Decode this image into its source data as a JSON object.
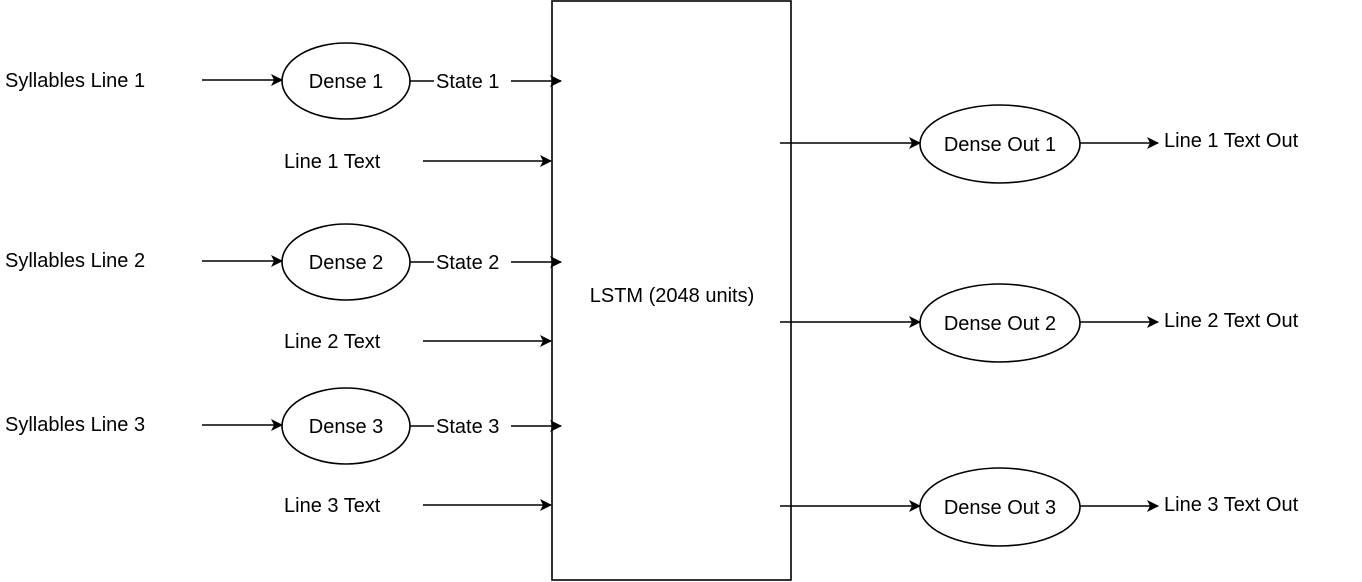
{
  "inputs": [
    {
      "syllables": "Syllables Line 1",
      "dense": "Dense 1",
      "state": "State 1",
      "text": "Line 1 Text"
    },
    {
      "syllables": "Syllables Line 2",
      "dense": "Dense 2",
      "state": "State 2",
      "text": "Line 2 Text"
    },
    {
      "syllables": "Syllables Line 3",
      "dense": "Dense 3",
      "state": "State 3",
      "text": "Line 3 Text"
    }
  ],
  "lstm": {
    "label": "LSTM (2048 units)"
  },
  "outputs": [
    {
      "dense": "Dense Out 1",
      "text": "Line 1 Text Out"
    },
    {
      "dense": "Dense Out 2",
      "text": "Line 2 Text Out"
    },
    {
      "dense": "Dense Out 3",
      "text": "Line 3 Text Out"
    }
  ]
}
